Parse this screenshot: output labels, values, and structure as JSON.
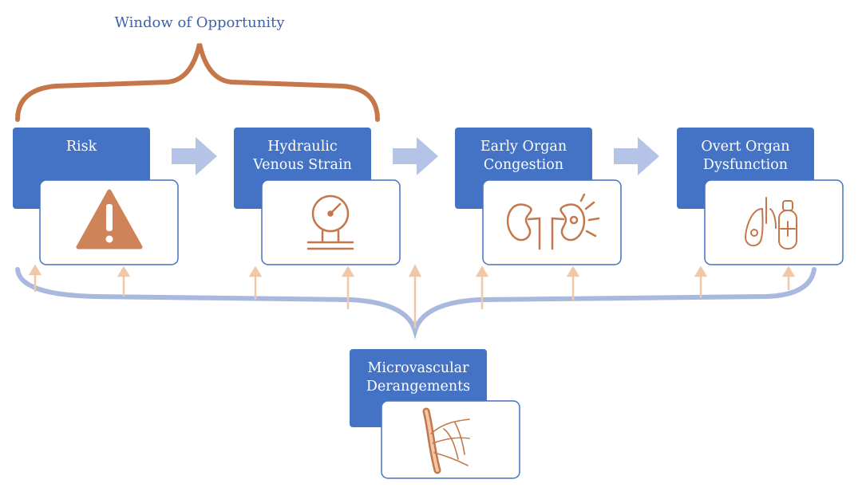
{
  "annotation": {
    "window_label": "Window of Opportunity"
  },
  "stages": [
    {
      "line1": "Risk",
      "line2": "",
      "icon": "warning-icon"
    },
    {
      "line1": "Hydraulic",
      "line2": "Venous Strain",
      "icon": "pressure-gauge-icon"
    },
    {
      "line1": "Early Organ",
      "line2": "Congestion",
      "icon": "kidneys-icon"
    },
    {
      "line1": "Overt Organ",
      "line2": "Dysfunction",
      "icon": "lungs-heart-icon"
    }
  ],
  "base": {
    "line1": "Microvascular",
    "line2": "Derangements",
    "icon": "blood-vessel-icon"
  },
  "colors": {
    "box_blue": "#4472c4",
    "arrow_blue": "#b4c3e6",
    "orange": "#c5774a",
    "peach": "#f0c8a8",
    "brace_blue": "#a9b8de"
  }
}
